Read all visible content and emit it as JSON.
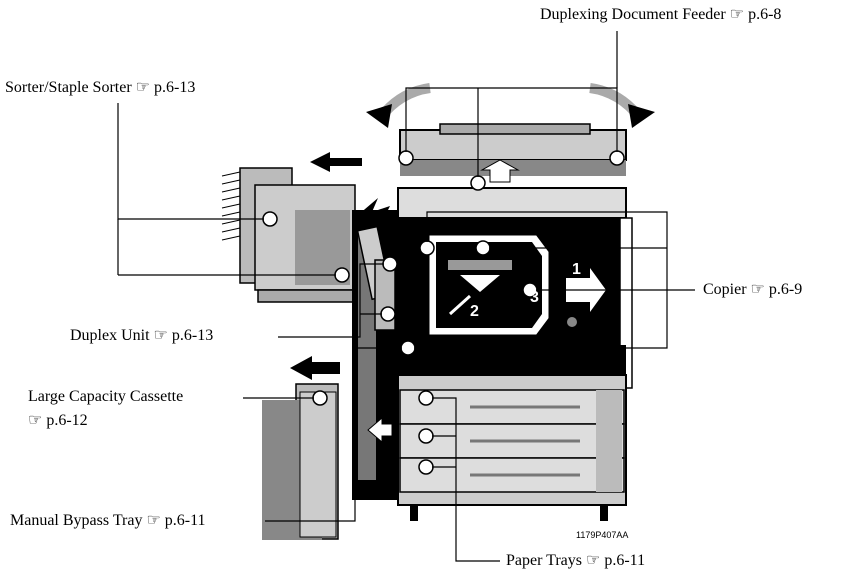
{
  "pointer_glyph": "☞",
  "labels": {
    "duplexing_document_feeder": "Duplexing Document Feeder ☞ p.6-8",
    "sorter_staple_sorter": "Sorter/Staple Sorter ☞ p.6-13",
    "copier": "Copier ☞ p.6-9",
    "duplex_unit": "Duplex Unit ☞ p.6-13",
    "large_capacity_cassette_line1": "Large Capacity Cassette",
    "large_capacity_cassette_line2": "☞ p.6-12",
    "manual_bypass_tray": "Manual Bypass Tray ☞ p.6-11",
    "paper_trays": "Paper Trays ☞ p.6-11"
  },
  "panel_numbers": {
    "one": "1",
    "two": "2",
    "three": "3"
  },
  "figure_code": "1179P407AA"
}
